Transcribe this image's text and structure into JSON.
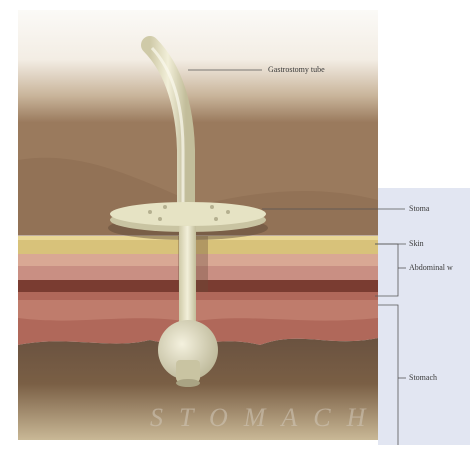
{
  "labels": {
    "tube": "Gastrostomy tube",
    "stoma": "Stoma",
    "skin": "Skin",
    "abdominal_wall": "Abdominal w",
    "stomach": "Stomach"
  },
  "watermark_word": "STOMACH",
  "colors": {
    "panel": "#e2e6f2",
    "tube": "#e6e3c4",
    "skin_fat": "#d8c27a",
    "muscle": "#c98f83",
    "stomach_wall": "#b0685a",
    "stomach_cavity": "#5f4a38"
  }
}
